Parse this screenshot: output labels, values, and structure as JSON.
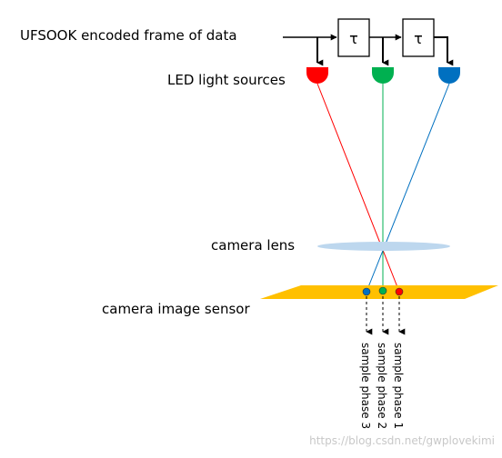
{
  "labels": {
    "input": "UFSOOK encoded frame of data",
    "led": "LED light sources",
    "lens": "camera lens",
    "sensor": "camera image sensor"
  },
  "delay_symbol": "τ",
  "samples": [
    "sample phase 1",
    "sample phase 2",
    "sample phase 3"
  ],
  "watermark": "https://blog.csdn.net/gwplovekimi",
  "colors": {
    "red": "#ff0000",
    "green": "#00b050",
    "blue": "#0070c0",
    "lens": "#bdd7ee",
    "sensor": "#ffc000"
  }
}
